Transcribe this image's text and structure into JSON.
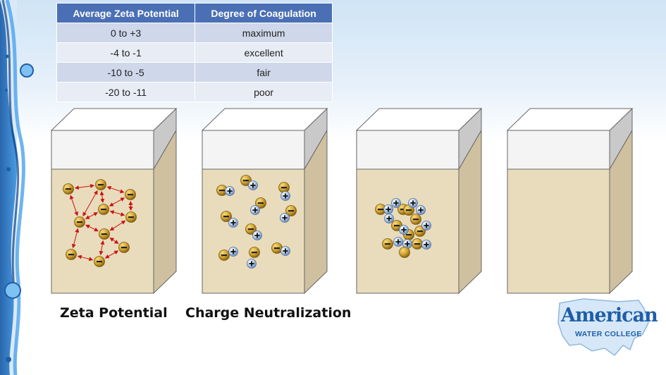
{
  "table": {
    "headers": [
      "Average Zeta Potential",
      "Degree of Coagulation"
    ],
    "rows": [
      [
        "0 to +3",
        "maximum"
      ],
      [
        "-4 to -1",
        "excellent"
      ],
      [
        "-10 to -5",
        "fair"
      ],
      [
        "-20 to -11",
        "poor"
      ]
    ]
  },
  "captions": {
    "beaker1": "Zeta Potential",
    "beaker2": "Charge Neutralization"
  },
  "logo": {
    "line1": "American",
    "line2": "WATER COLLEGE"
  },
  "colors": {
    "table_header": "#4a6fb5",
    "water": "#e8dcbc",
    "negative_particle": "#c8a030",
    "positive_ion": "#a8c4e6",
    "arrow": "#cc1111",
    "logo": "#1f5ea8"
  }
}
